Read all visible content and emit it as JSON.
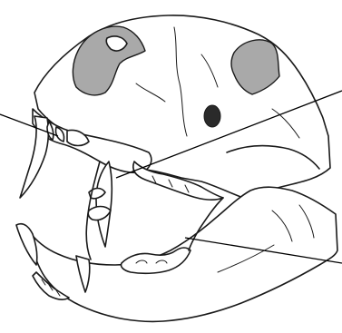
{
  "figure": {
    "subject": "big-cat-skull",
    "colors": {
      "outline": "#1a1a1a",
      "shade": "#a9a9a9",
      "background": "#ffffff",
      "pointer": "#000000"
    },
    "pointers": [
      {
        "target": "incisors-and-premolar",
        "label": ""
      },
      {
        "target": "upper-canine",
        "label": ""
      },
      {
        "target": "lower-carnassial",
        "label": ""
      }
    ]
  }
}
